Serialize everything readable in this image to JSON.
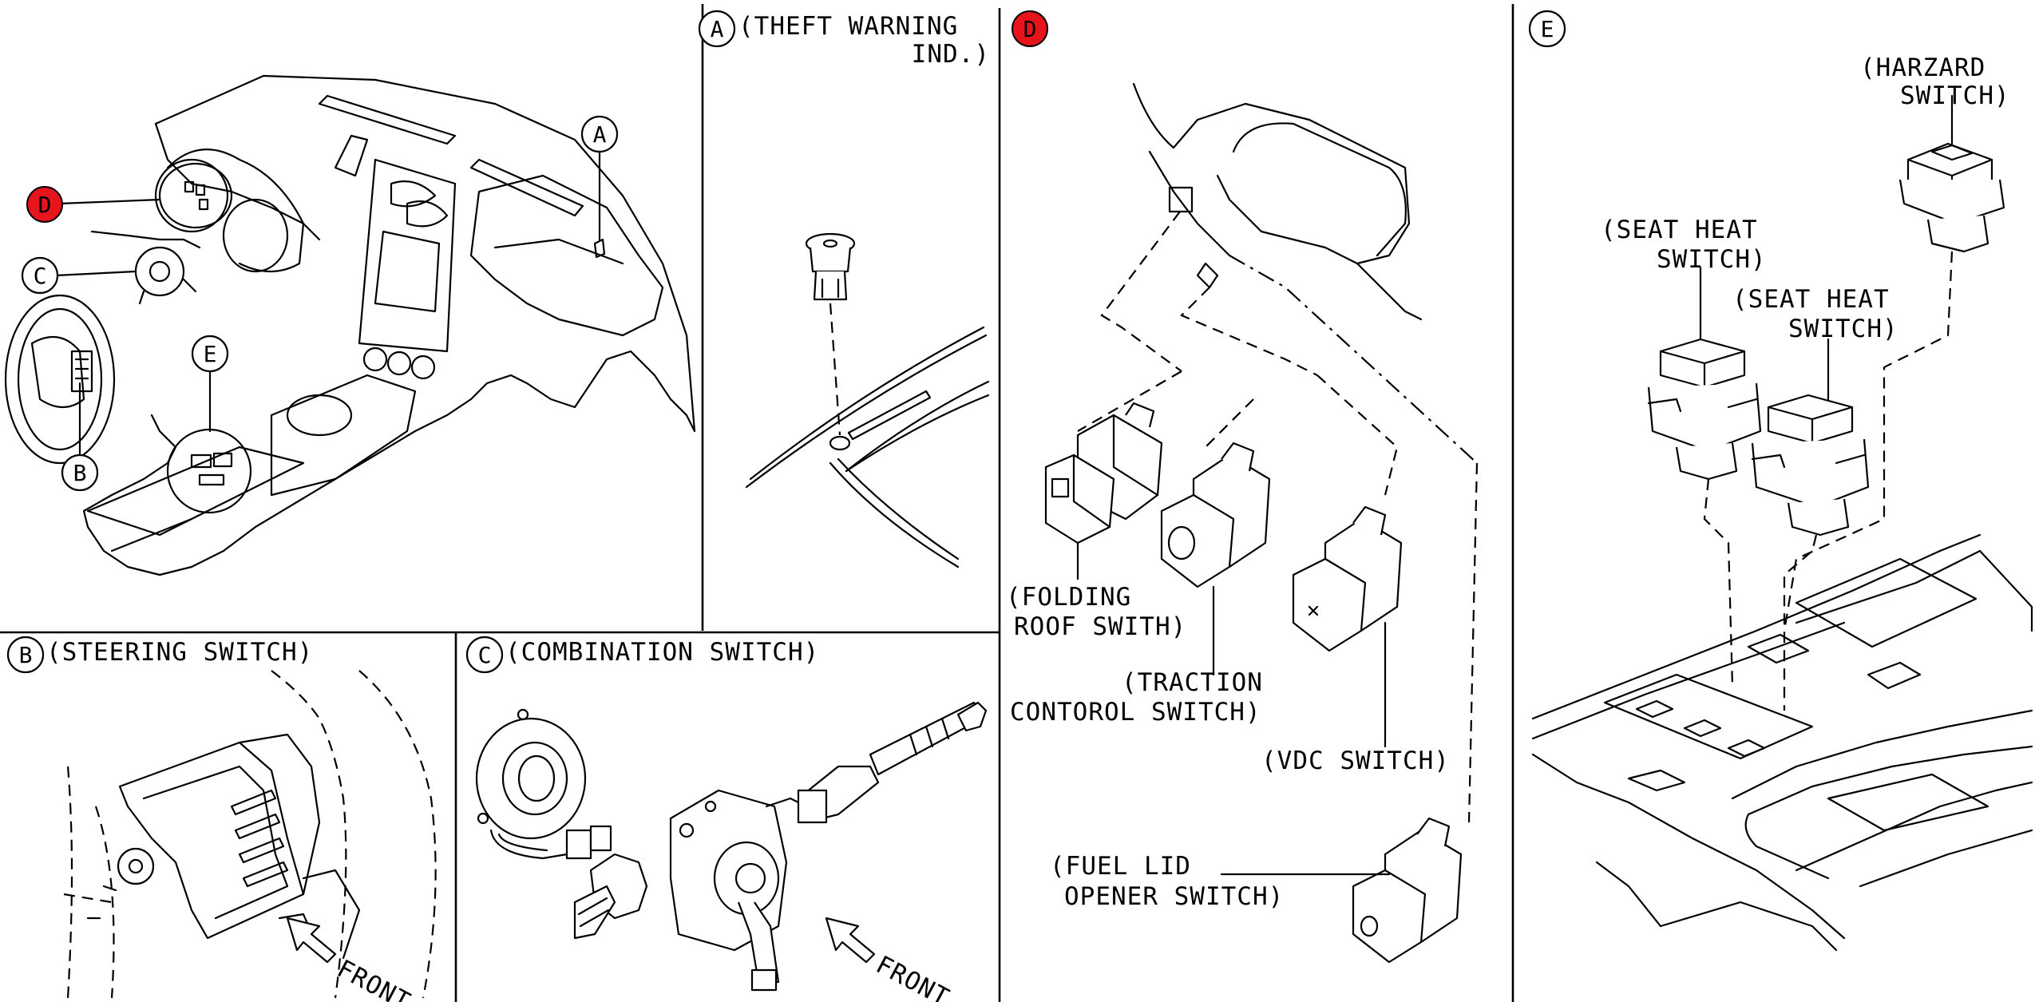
{
  "callouts": {
    "a": "A",
    "b": "B",
    "c": "C",
    "d": "D",
    "e": "E"
  },
  "colors": {
    "highlight": "#e8141c",
    "line": "#000000",
    "background": "#ffffff"
  },
  "panel_a": {
    "title_line1": "(THEFT WARNING",
    "title_line2": "IND.)"
  },
  "panel_b": {
    "title": "(STEERING SWITCH)",
    "front": "FRONT"
  },
  "panel_c": {
    "title": "(COMBINATION SWITCH)",
    "front": "FRONT"
  },
  "panel_d": {
    "folding_1": "(FOLDING",
    "folding_2": "ROOF SWITH)",
    "traction_1": "(TRACTION",
    "traction_2": "CONTOROL SWITCH)",
    "vdc": "(VDC SWITCH)",
    "fuel_1": "(FUEL LID",
    "fuel_2": "OPENER SWITCH)"
  },
  "panel_e": {
    "hazard_1": "(HARZARD",
    "hazard_2": "SWITCH)",
    "seat1_1": "(SEAT HEAT",
    "seat1_2": "SWITCH)",
    "seat2_1": "(SEAT HEAT",
    "seat2_2": "SWITCH)"
  }
}
